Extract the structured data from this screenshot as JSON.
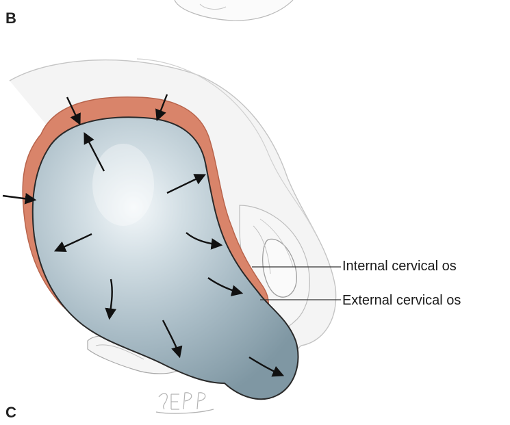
{
  "panels": {
    "upper_label": "B",
    "lower_label": "C"
  },
  "labels": {
    "internal_os": "Internal cervical os",
    "external_os": "External cervical os"
  },
  "signature": "SEPP",
  "colors": {
    "myometrium": "#d9846a",
    "myometrium_edge": "#b8644c",
    "amniotic_sac": "#9fb4bf",
    "outline": "#2a2a2a",
    "arrow": "#111111"
  }
}
